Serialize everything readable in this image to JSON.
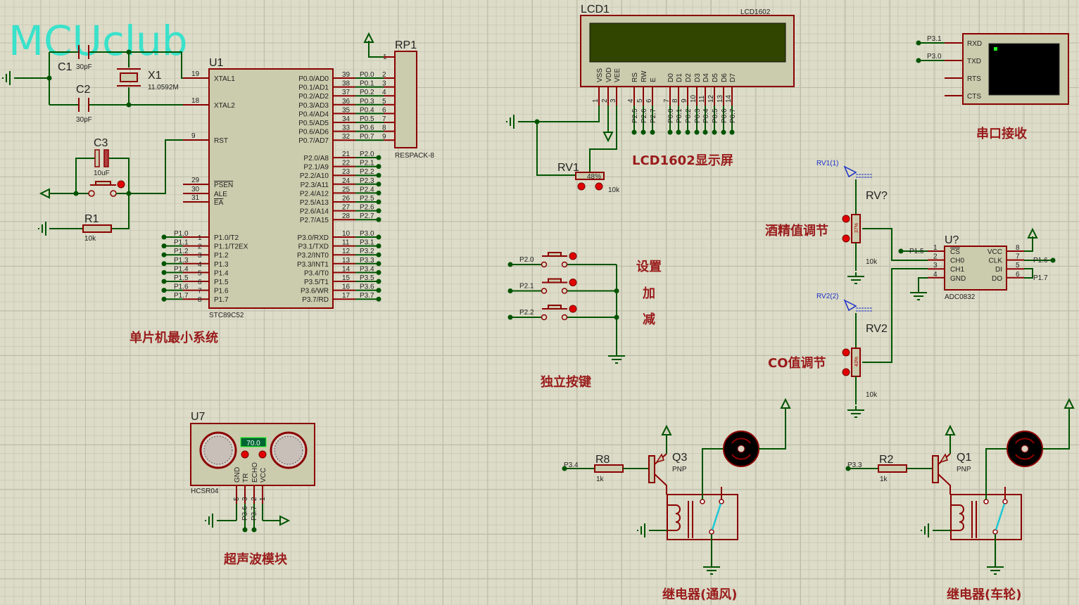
{
  "watermark": "MCUclub",
  "colors": {
    "wire": "#005400",
    "pin": "#8b0000",
    "body": "#cbcbad",
    "lcd_screen": "#314400",
    "label": "#9a1c1c",
    "probe": "#1c2fc8",
    "relay_contact": "#1fc7d4"
  },
  "titles": {
    "mcu": "单片机最小系统",
    "lcd": "LCD1602显示屏",
    "serial": "串口接收",
    "buttons": "独立按键",
    "ultrasonic": "超声波模块",
    "relay_fan": "继电器(通风)",
    "relay_wheel": "继电器(车轮)",
    "alcohol": "酒精值调节",
    "co": "CO值调节",
    "btn_set": "设置",
    "btn_add": "加",
    "btn_sub": "减"
  },
  "mcu": {
    "ref": "U1",
    "part": "STC89C52",
    "left_pins": [
      {
        "num": "19",
        "name": "XTAL1"
      },
      {
        "num": "18",
        "name": "XTAL2"
      },
      {
        "num": "9",
        "name": "RST"
      },
      {
        "num": "29",
        "name": "PSEN"
      },
      {
        "num": "30",
        "name": "ALE"
      },
      {
        "num": "31",
        "name": "EA"
      }
    ],
    "p1_pins": [
      {
        "num": "1",
        "name": "P1.0/T2",
        "net": "P1.0"
      },
      {
        "num": "2",
        "name": "P1.1/T2EX",
        "net": "P1.1"
      },
      {
        "num": "3",
        "name": "P1.2",
        "net": "P1.2"
      },
      {
        "num": "4",
        "name": "P1.3",
        "net": "P1.3"
      },
      {
        "num": "5",
        "name": "P1.4",
        "net": "P1.4"
      },
      {
        "num": "6",
        "name": "P1.5",
        "net": "P1.5"
      },
      {
        "num": "7",
        "name": "P1.6",
        "net": "P1.6"
      },
      {
        "num": "8",
        "name": "P1.7",
        "net": "P1.7"
      }
    ],
    "p0_pins": [
      {
        "num": "39",
        "name": "P0.0/AD0",
        "net": "P0.0",
        "rp": "2"
      },
      {
        "num": "38",
        "name": "P0.1/AD1",
        "net": "P0.1",
        "rp": "3"
      },
      {
        "num": "37",
        "name": "P0.2/AD2",
        "net": "P0.2",
        "rp": "4"
      },
      {
        "num": "36",
        "name": "P0.3/AD3",
        "net": "P0.3",
        "rp": "5"
      },
      {
        "num": "35",
        "name": "P0.4/AD4",
        "net": "P0.4",
        "rp": "6"
      },
      {
        "num": "34",
        "name": "P0.5/AD5",
        "net": "P0.5",
        "rp": "7"
      },
      {
        "num": "33",
        "name": "P0.6/AD6",
        "net": "P0.6",
        "rp": "8"
      },
      {
        "num": "32",
        "name": "P0.7/AD7",
        "net": "P0.7",
        "rp": "9"
      }
    ],
    "p2_pins": [
      {
        "num": "21",
        "name": "P2.0/A8",
        "net": "P2.0"
      },
      {
        "num": "22",
        "name": "P2.1/A9",
        "net": "P2.1"
      },
      {
        "num": "23",
        "name": "P2.2/A10",
        "net": "P2.2"
      },
      {
        "num": "24",
        "name": "P2.3/A11",
        "net": "P2.3"
      },
      {
        "num": "25",
        "name": "P2.4/A12",
        "net": "P2.4"
      },
      {
        "num": "26",
        "name": "P2.5/A13",
        "net": "P2.5"
      },
      {
        "num": "27",
        "name": "P2.6/A14",
        "net": "P2.6"
      },
      {
        "num": "28",
        "name": "P2.7/A15",
        "net": "P2.7"
      }
    ],
    "p3_pins": [
      {
        "num": "10",
        "name": "P3.0/RXD",
        "net": "P3.0"
      },
      {
        "num": "11",
        "name": "P3.1/TXD",
        "net": "P3.1"
      },
      {
        "num": "12",
        "name": "P3.2/INT0",
        "net": "P3.2"
      },
      {
        "num": "13",
        "name": "P3.3/INT1",
        "net": "P3.3"
      },
      {
        "num": "14",
        "name": "P3.4/T0",
        "net": "P3.4"
      },
      {
        "num": "15",
        "name": "P3.5/T1",
        "net": "P3.5"
      },
      {
        "num": "16",
        "name": "P3.6/WR",
        "net": "P3.6"
      },
      {
        "num": "17",
        "name": "P3.7/RD",
        "net": "P3.7"
      }
    ]
  },
  "rp1": {
    "ref": "RP1",
    "part": "RESPACK-8",
    "pin1": "1"
  },
  "c1": {
    "ref": "C1",
    "value": "30pF"
  },
  "c2": {
    "ref": "C2",
    "value": "30pF"
  },
  "c3": {
    "ref": "C3",
    "value": "10uF"
  },
  "x1": {
    "ref": "X1",
    "value": "11.0592M"
  },
  "r1": {
    "ref": "R1",
    "value": "10k"
  },
  "lcd": {
    "ref": "LCD1",
    "part": "LCD1602",
    "pins": [
      {
        "name": "VSS",
        "num": "1",
        "net": ""
      },
      {
        "name": "VDD",
        "num": "2",
        "net": ""
      },
      {
        "name": "VEE",
        "num": "3",
        "net": ""
      },
      {
        "name": "RS",
        "num": "4",
        "net": "P2.5"
      },
      {
        "name": "RW",
        "num": "5",
        "net": "P2.6"
      },
      {
        "name": "E",
        "num": "6",
        "net": "P2.7"
      },
      {
        "name": "D0",
        "num": "7",
        "net": "P0.0"
      },
      {
        "name": "D1",
        "num": "8",
        "net": "P0.1"
      },
      {
        "name": "D2",
        "num": "9",
        "net": "P0.2"
      },
      {
        "name": "D3",
        "num": "10",
        "net": "P0.3"
      },
      {
        "name": "D4",
        "num": "11",
        "net": "P0.4"
      },
      {
        "name": "D5",
        "num": "12",
        "net": "P0.5"
      },
      {
        "name": "D6",
        "num": "13",
        "net": "P0.6"
      },
      {
        "name": "D7",
        "num": "14",
        "net": "P0.7"
      }
    ]
  },
  "rv1": {
    "ref": "RV1",
    "value": "10k",
    "percent": "48%"
  },
  "serial": {
    "pins": [
      "RXD",
      "TXD",
      "RTS",
      "CTS"
    ],
    "nets": [
      "P3.1",
      "P3.0"
    ]
  },
  "buttons": {
    "nets": [
      "P2.0",
      "P2.1",
      "P2.2"
    ]
  },
  "adc": {
    "ref": "U?",
    "part": "ADC0832",
    "left": [
      {
        "num": "1",
        "name": "CS",
        "net": "P1.5"
      },
      {
        "num": "2",
        "name": "CH0"
      },
      {
        "num": "3",
        "name": "CH1"
      },
      {
        "num": "4",
        "name": "GND"
      }
    ],
    "right": [
      {
        "num": "8",
        "name": "VCC"
      },
      {
        "num": "7",
        "name": "CLK",
        "net": "P1.6"
      },
      {
        "num": "5",
        "name": "DI"
      },
      {
        "num": "6",
        "name": "DO",
        "net": "P1.7"
      }
    ]
  },
  "pot_alcohol": {
    "ref": "RV?",
    "value": "10k",
    "probe": "RV1(1)",
    "percent": "37%"
  },
  "pot_co": {
    "ref": "RV2",
    "value": "10k",
    "probe": "RV2(2)",
    "percent": "43%"
  },
  "ultrasonic": {
    "ref": "U7",
    "part": "HCSR04",
    "reading": "70.0",
    "pins": [
      {
        "name": "GND",
        "num": "5",
        "net": ""
      },
      {
        "name": "TR",
        "num": "3",
        "net": "P3.6"
      },
      {
        "name": "ECHO",
        "num": "2",
        "net": "P3.7"
      },
      {
        "name": "VCC",
        "num": "1",
        "net": ""
      }
    ]
  },
  "relay_fan": {
    "net": "P3.4",
    "r_ref": "R8",
    "r_value": "1k",
    "q_ref": "Q3",
    "q_type": "PNP"
  },
  "relay_wheel": {
    "net": "P3.3",
    "r_ref": "R2",
    "r_value": "1k",
    "q_ref": "Q1",
    "q_type": "PNP"
  }
}
